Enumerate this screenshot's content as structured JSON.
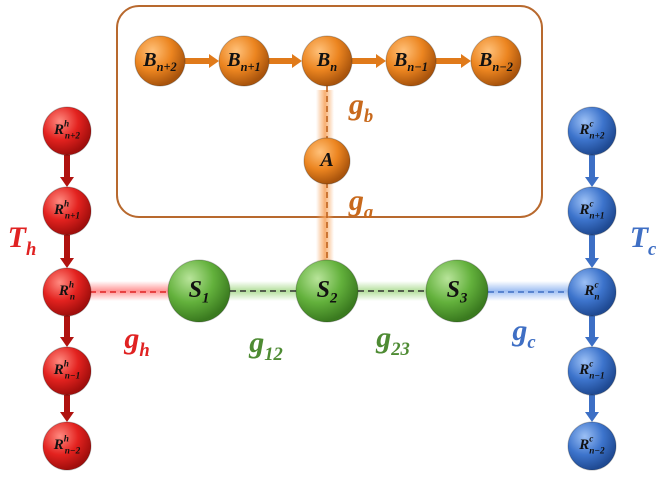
{
  "colors": {
    "red": "#e0201e",
    "blue": "#3a6fc7",
    "green": "#5aa93a",
    "orange": "#e07a1a",
    "brown_border": "#b8692e",
    "label_red": "#e02222",
    "label_blue": "#3f6fc4",
    "label_green": "#4e8b33",
    "label_orange": "#c8691c"
  },
  "bath_box": {
    "B": [
      {
        "base": "B",
        "sub": "n+2"
      },
      {
        "base": "B",
        "sub": "n+1"
      },
      {
        "base": "B",
        "sub": "n"
      },
      {
        "base": "B",
        "sub": "n−1"
      },
      {
        "base": "B",
        "sub": "n−2"
      }
    ],
    "A": {
      "base": "A",
      "sub": ""
    }
  },
  "hot_chain": [
    {
      "base": "R",
      "sub": "n+2",
      "sup": "h"
    },
    {
      "base": "R",
      "sub": "n+1",
      "sup": "h"
    },
    {
      "base": "R",
      "sub": "n",
      "sup": "h"
    },
    {
      "base": "R",
      "sub": "n−1",
      "sup": "h"
    },
    {
      "base": "R",
      "sub": "n−2",
      "sup": "h"
    }
  ],
  "cold_chain": [
    {
      "base": "R",
      "sub": "n+2",
      "sup": "c"
    },
    {
      "base": "R",
      "sub": "n+1",
      "sup": "c"
    },
    {
      "base": "R",
      "sub": "n",
      "sup": "c"
    },
    {
      "base": "R",
      "sub": "n−1",
      "sup": "c"
    },
    {
      "base": "R",
      "sub": "n−2",
      "sup": "c"
    }
  ],
  "system": [
    {
      "base": "S",
      "sub": "1"
    },
    {
      "base": "S",
      "sub": "2"
    },
    {
      "base": "S",
      "sub": "3"
    }
  ],
  "labels": {
    "Th": {
      "base": "T",
      "sub": "h"
    },
    "Tc": {
      "base": "T",
      "sub": "c"
    },
    "gh": {
      "base": "g",
      "sub": "h"
    },
    "gc": {
      "base": "g",
      "sub": "c"
    },
    "g12": {
      "base": "g",
      "sub": "12"
    },
    "g23": {
      "base": "g",
      "sub": "23"
    },
    "ga": {
      "base": "g",
      "sub": "a"
    },
    "gb": {
      "base": "g",
      "sub": "b"
    }
  }
}
